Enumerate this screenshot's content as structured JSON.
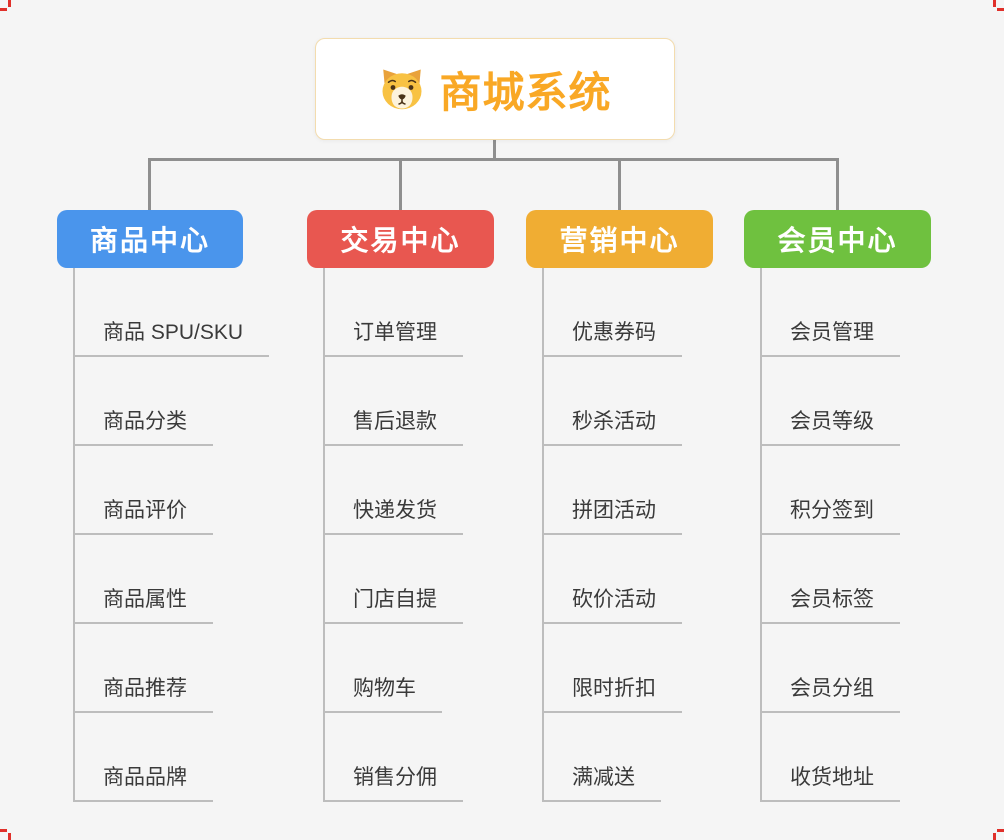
{
  "canvas": {
    "background": "#f5f5f5"
  },
  "root": {
    "title": "商城系统",
    "title_color": "#f9a825",
    "border_color": "#f3dcae",
    "icon": "dog-icon"
  },
  "connectors": {
    "color": "#8f8f8f",
    "child_line_color": "#bdbdbd"
  },
  "branches": [
    {
      "label": "商品中心",
      "color": "#4a95ec",
      "children": [
        "商品 SPU/SKU",
        "商品分类",
        "商品评价",
        "商品属性",
        "商品推荐",
        "商品品牌"
      ]
    },
    {
      "label": "交易中心",
      "color": "#e85750",
      "children": [
        "订单管理",
        "售后退款",
        "快递发货",
        "门店自提",
        "购物车",
        "销售分佣"
      ]
    },
    {
      "label": "营销中心",
      "color": "#f0ad33",
      "children": [
        "优惠券码",
        "秒杀活动",
        "拼团活动",
        "砍价活动",
        "限时折扣",
        "满减送"
      ]
    },
    {
      "label": "会员中心",
      "color": "#6fc13f",
      "children": [
        "会员管理",
        "会员等级",
        "积分签到",
        "会员标签",
        "会员分组",
        "收货地址"
      ]
    }
  ],
  "marker_color": "#e0302a"
}
